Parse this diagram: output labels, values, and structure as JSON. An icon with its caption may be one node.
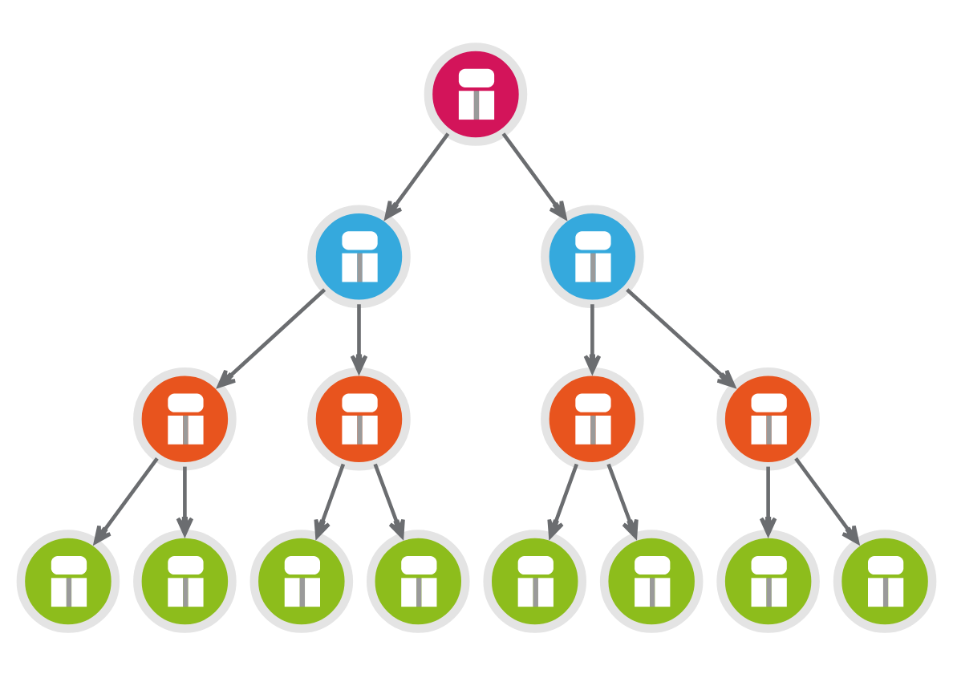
{
  "diagram": {
    "nodes": [
      {
        "text": [],
        "shape": "person"
      },
      {
        "text": [],
        "shape": "person"
      },
      {
        "text": [],
        "shape": "person"
      },
      {
        "text": [],
        "shape": "person"
      },
      {
        "text": [],
        "shape": "person"
      },
      {
        "text": [],
        "shape": "person"
      },
      {
        "text": [],
        "shape": "person"
      },
      {
        "text": [],
        "shape": "person"
      },
      {
        "text": [],
        "shape": "person"
      },
      {
        "text": [],
        "shape": "person"
      },
      {
        "text": [],
        "shape": "person"
      },
      {
        "text": [],
        "shape": "person"
      },
      {
        "text": [],
        "shape": "person"
      },
      {
        "text": [],
        "shape": "person"
      },
      {
        "text": [],
        "shape": "person"
      }
    ],
    "edges": [
      {
        "from": 0,
        "to": 1,
        "arrow": "to"
      },
      {
        "from": 0,
        "to": 2,
        "arrow": "to"
      },
      {
        "from": 1,
        "to": 3,
        "arrow": "to"
      },
      {
        "from": 1,
        "to": 4,
        "arrow": "to"
      },
      {
        "from": 2,
        "to": 5,
        "arrow": "to"
      },
      {
        "from": 2,
        "to": 6,
        "arrow": "to"
      },
      {
        "from": 3,
        "to": 7,
        "arrow": "to"
      },
      {
        "from": 3,
        "to": 8,
        "arrow": "to"
      },
      {
        "from": 4,
        "to": 9,
        "arrow": "to"
      },
      {
        "from": 4,
        "to": 10,
        "arrow": "to"
      },
      {
        "from": 5,
        "to": 11,
        "arrow": "to"
      },
      {
        "from": 5,
        "to": 12,
        "arrow": "to"
      },
      {
        "from": 6,
        "to": 13,
        "arrow": "to"
      },
      {
        "from": 6,
        "to": 14,
        "arrow": "to"
      }
    ]
  }
}
